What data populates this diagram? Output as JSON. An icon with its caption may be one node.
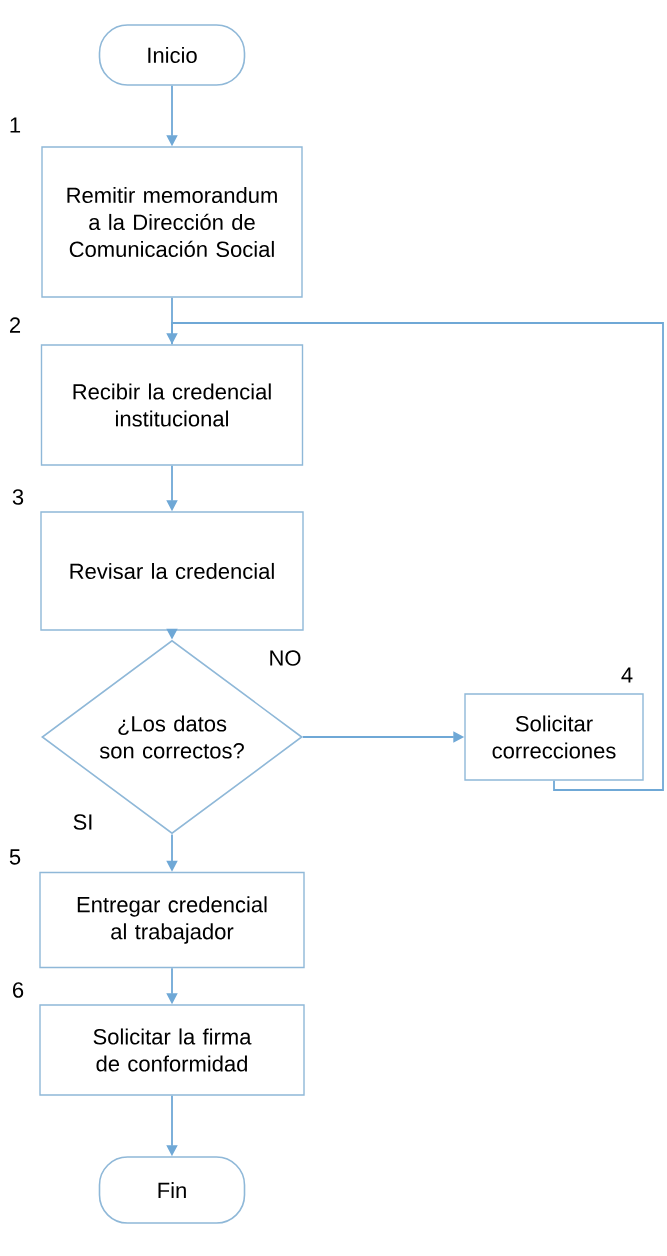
{
  "diagram": {
    "nodes": [
      {
        "text": [
          "Inicio"
        ]
      },
      {
        "text": [
          "Remitir memorandum a la Dirección de Comunicación Social"
        ],
        "beside": [
          "1"
        ]
      },
      {
        "text": [
          "Recibir la credencial institucional"
        ],
        "beside": [
          "2"
        ]
      },
      {
        "text": [
          "Revisar la credencial"
        ],
        "beside": [
          "3"
        ]
      },
      {
        "text": [
          "¿Los datos son correctos?"
        ]
      },
      {
        "text": [
          "Solicitar correcciones"
        ],
        "beside": [
          "4"
        ]
      },
      {
        "text": [
          "Entregar credencial al trabajador"
        ],
        "beside": [
          "5"
        ]
      },
      {
        "text": [
          "Solicitar la firma de conformidad"
        ],
        "beside": [
          "6"
        ]
      },
      {
        "text": [
          "Fin"
        ]
      }
    ],
    "edges": [
      {
        "from": 0,
        "to": 1,
        "arrow": "to"
      },
      {
        "from": 1,
        "to": 2,
        "arrow": "to"
      },
      {
        "from": 2,
        "to": 3,
        "arrow": "to"
      },
      {
        "from": 3,
        "to": 4,
        "arrow": "to"
      },
      {
        "from": 4,
        "to": 5,
        "arrow": "to",
        "label": "NO"
      },
      {
        "from": 4,
        "to": 6,
        "arrow": "to",
        "label": "SI"
      },
      {
        "from": 5,
        "to": 2,
        "arrow": "none"
      },
      {
        "from": 6,
        "to": 7,
        "arrow": "to"
      },
      {
        "from": 7,
        "to": 8,
        "arrow": "to"
      }
    ]
  }
}
